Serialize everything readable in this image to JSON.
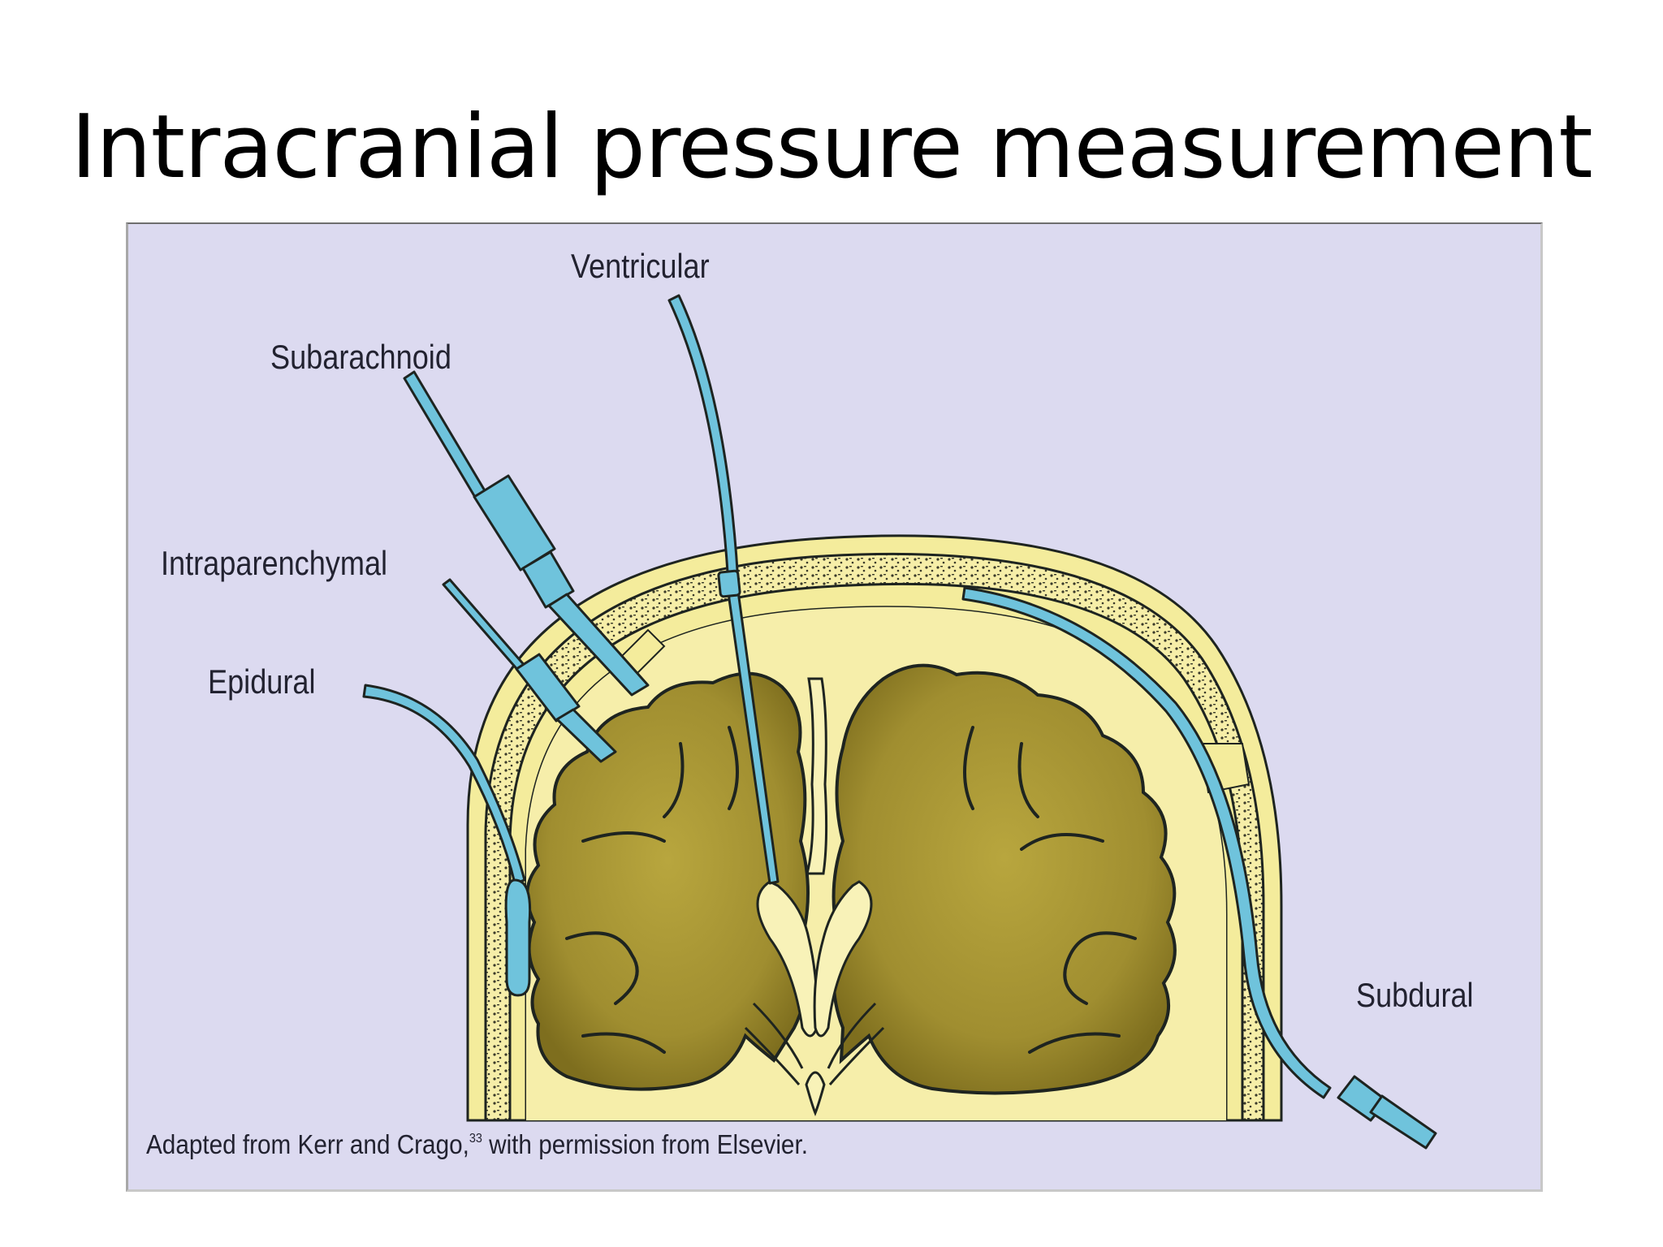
{
  "title": "Intracranial pressure measurement",
  "labels": {
    "ventricular": "Ventricular",
    "subarachnoid": "Subarachnoid",
    "intraparenchymal": "Intraparenchymal",
    "epidural": "Epidural",
    "subdural": "Subdural"
  },
  "credit": {
    "text_before": "Adapted from Kerr and Crago,",
    "superscript": "33",
    "text_after": " with permission from Elsevier."
  },
  "colors": {
    "background": "#dcdaf0",
    "skull": "#f4ec9c",
    "bone_stipple": "#3a3a2a",
    "brain": "#9c8a2a",
    "brain_light": "#b8a63e",
    "ventricle": "#f8f2b8",
    "catheter": "#6fc3dc",
    "outline": "#1e2420"
  }
}
